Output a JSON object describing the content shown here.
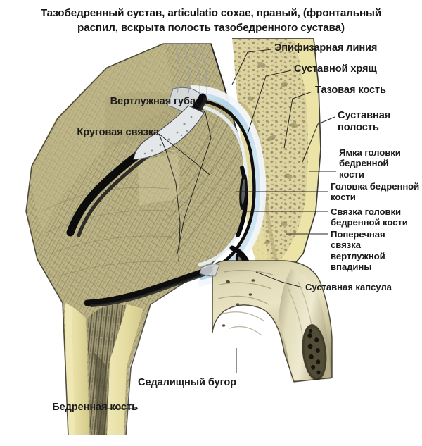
{
  "title": {
    "line1": "Тазобедренный сустав, articulatio coxae, правый, (фронтальный",
    "line2": "распил, вскрыта полость тазобедренного сустава)"
  },
  "illustration": {
    "name": "hip-joint-frontal-section",
    "colors": {
      "cortical_bone": "#e8e0a8",
      "cortical_bone_light": "#f0e8b8",
      "spongy_bone": "#c9bf8a",
      "trabecular_femur": "#b9b183",
      "trabecular_dark": "#6f6a4a",
      "joint_cavity_blue": "#bcd8ee",
      "cartilage_white": "#f4f6f8",
      "ligament_black": "#111111",
      "ischium_bone": "#cfc9a4",
      "ischium_shadow": "#8e8868",
      "marrow_dark": "#55523a",
      "outline": "#0d0d0d",
      "leader_line": "#2a2a2a",
      "background": "#ffffff"
    }
  },
  "labels": [
    {
      "id": "epiphyseal-line",
      "text": "Эпифизарная линия",
      "side": "right",
      "size": "lg"
    },
    {
      "id": "articular-cartilage",
      "text": "Суставной хрящ",
      "side": "right",
      "size": "lg"
    },
    {
      "id": "pelvic-bone",
      "text": "Тазовая кость",
      "side": "right",
      "size": "lg"
    },
    {
      "id": "articular-cavity",
      "text": "Суставная\nполость",
      "side": "right",
      "size": "lg"
    },
    {
      "id": "fovea-capitis",
      "text": "Ямка головки\nбедренной\nкости",
      "side": "right",
      "size": "md"
    },
    {
      "id": "femoral-head",
      "text": "Головка бедренной\nкости",
      "side": "right",
      "size": "md"
    },
    {
      "id": "ligament-of-head",
      "text": "Связка головки\nбедренной кости",
      "side": "right",
      "size": "md"
    },
    {
      "id": "transverse-acetabular",
      "text": "Поперечная\nсвязка\nвертлужной\nвпадины",
      "side": "right",
      "size": "md"
    },
    {
      "id": "joint-capsule",
      "text": "Суставная капсула",
      "side": "right",
      "size": "md"
    },
    {
      "id": "acetabular-labrum",
      "text": "Вертлужная губа",
      "side": "left",
      "size": "lg"
    },
    {
      "id": "zona-orbicularis",
      "text": "Круговая связка",
      "side": "left",
      "size": "lg"
    },
    {
      "id": "ischial-tuberosity",
      "text": "Седалищный бугор",
      "side": "left",
      "size": "lg"
    },
    {
      "id": "femur",
      "text": "Бедренная кость",
      "side": "left",
      "size": "lg"
    }
  ]
}
